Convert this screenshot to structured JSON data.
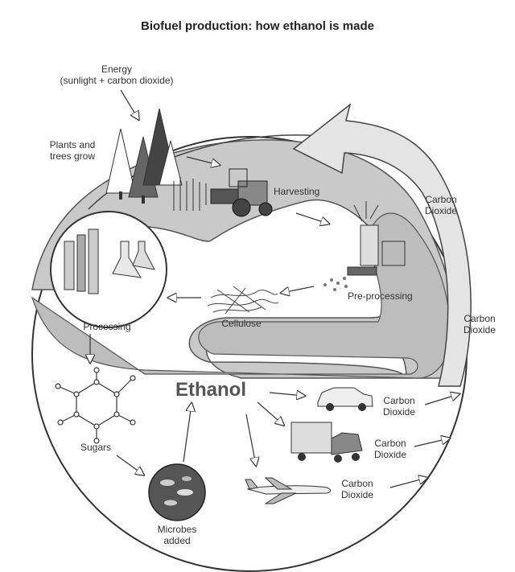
{
  "title": "Biofuel production: how ethanol is made",
  "labels": {
    "energy": "Energy",
    "energy_sub": "(sunlight + carbon dioxide)",
    "plants_1": "Plants and",
    "plants_2": "trees grow",
    "harvesting": "Harvesting",
    "preprocessing": "Pre-processing",
    "cellulose": "Cellulose",
    "processing": "Processing",
    "sugars": "Sugars",
    "microbes_1": "Microbes",
    "microbes_2": "added",
    "ethanol": "Ethanol",
    "carbon": "Carbon",
    "dioxide": "Dioxide"
  },
  "colors": {
    "band": "#c9c9c9",
    "band_dark": "#a9a9a9",
    "outline": "#444444",
    "arrow_fill": "#ffffff"
  }
}
